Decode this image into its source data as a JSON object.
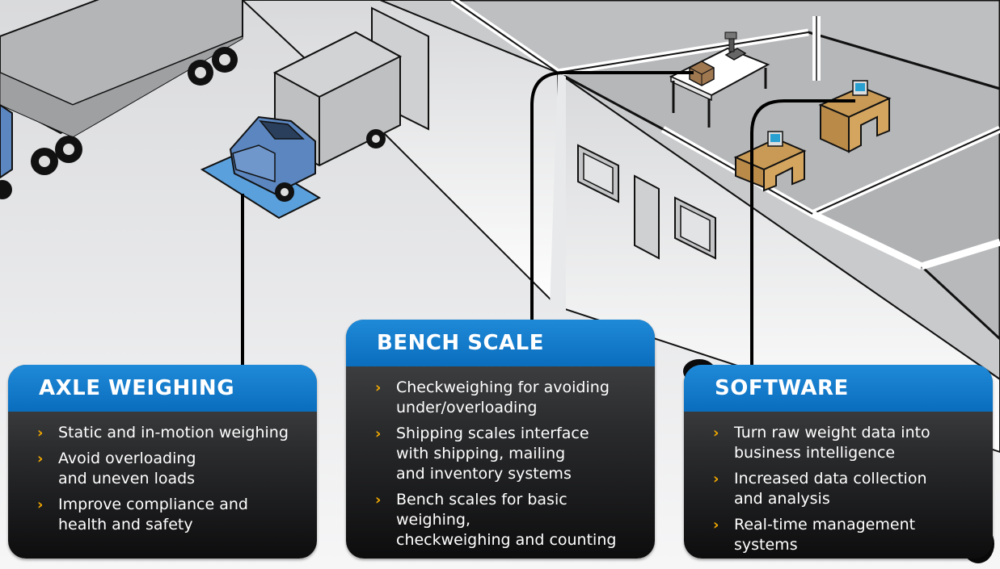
{
  "cards": [
    {
      "title": "AXLE WEIGHING",
      "items": [
        "Static and in-motion weighing",
        "Avoid overloading\nand uneven loads",
        "Improve compliance and\nhealth and safety"
      ]
    },
    {
      "title": "BENCH SCALE",
      "items": [
        "Checkweighing for avoiding\nunder/overloading",
        "Shipping scales interface\nwith shipping, mailing\nand inventory systems",
        "Bench scales for basic weighing,\ncheckweighing and counting"
      ]
    },
    {
      "title": "SOFTWARE",
      "items": [
        "Turn raw weight data into\nbusiness intelligence",
        "Increased data collection\nand analysis",
        "Real-time management systems"
      ]
    }
  ],
  "bullet_glyph": "›",
  "colors": {
    "header_blue": "#0a78c8",
    "bullet_orange": "#f2a900",
    "card_dark": "#1a1a1b",
    "scale_plate": "#5aa0dc",
    "truck_cab": "#5b86bf"
  }
}
